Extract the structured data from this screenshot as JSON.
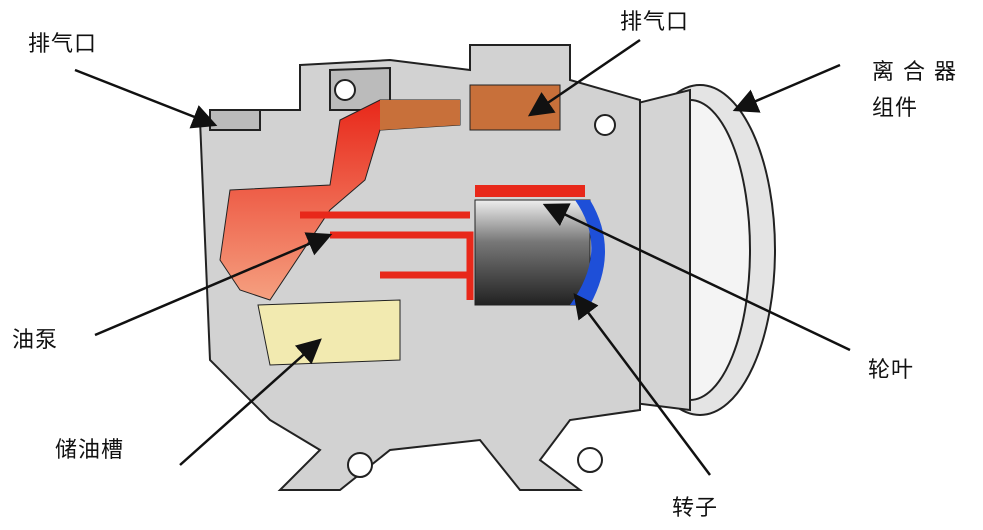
{
  "title": "压缩机结构图",
  "labels": {
    "discharge_left": "排气口",
    "discharge_top": "排气口",
    "clutch_line1": "离 合 器",
    "clutch_line2": "组件",
    "oil_pump": "油泵",
    "vane": "轮叶",
    "oil_reservoir": "储油槽",
    "rotor": "转子"
  },
  "colors": {
    "oil_hot": "#e8281a",
    "oil_warm": "#c8703a",
    "reservoir": "#f2eab0",
    "vane_blue": "#1e4fd8",
    "body_gray": "#c9c9c9"
  }
}
